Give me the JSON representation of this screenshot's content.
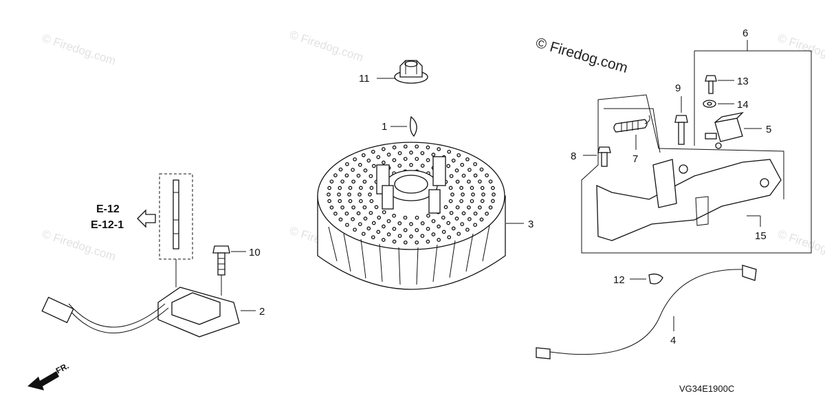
{
  "watermark": "© Firedog.com",
  "brand": "© Firedog.com",
  "diagram_code": "VG34E1900C",
  "front_mark": "FR.",
  "reference": {
    "line1": "E-12",
    "line2": "E-12-1"
  },
  "callouts": {
    "c1": "1",
    "c2": "2",
    "c3": "3",
    "c4": "4",
    "c5": "5",
    "c6": "6",
    "c7": "7",
    "c8": "8",
    "c9": "9",
    "c10": "10",
    "c11": "11",
    "c12": "12",
    "c13": "13",
    "c14": "14",
    "c15": "15"
  }
}
